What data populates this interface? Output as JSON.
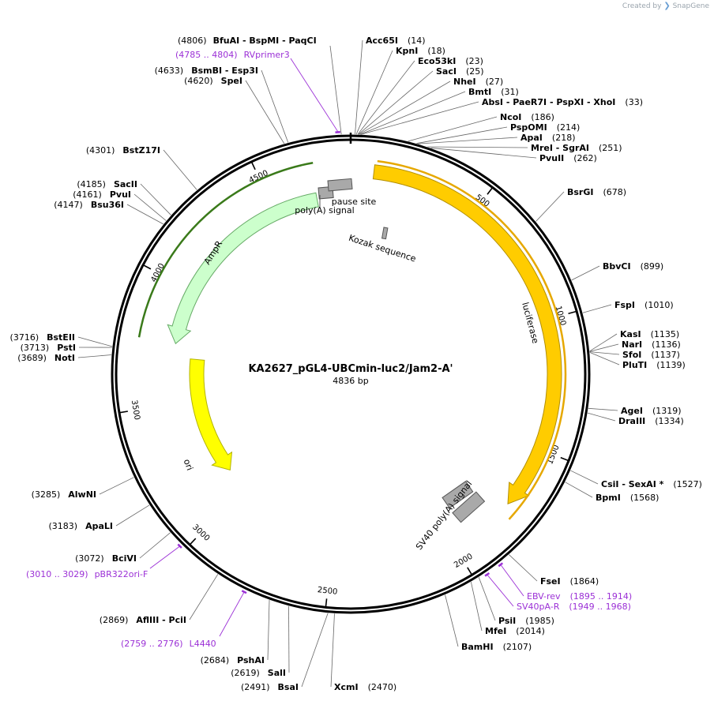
{
  "credit": {
    "prefix": "Created by",
    "brand": "SnapGene"
  },
  "plasmid": {
    "name": "KA2627_pGL4-UBCmin-luc2/Jam2-A'",
    "size_text": "4836 bp",
    "length": 4836
  },
  "ruler": [
    {
      "pos": 500,
      "label": "500"
    },
    {
      "pos": 1000,
      "label": "1000"
    },
    {
      "pos": 1500,
      "label": "1500"
    },
    {
      "pos": 2000,
      "label": "2000"
    },
    {
      "pos": 2500,
      "label": "2500"
    },
    {
      "pos": 3000,
      "label": "3000"
    },
    {
      "pos": 3500,
      "label": "3500"
    },
    {
      "pos": 4000,
      "label": "4000"
    },
    {
      "pos": 4500,
      "label": "4500"
    }
  ],
  "features": [
    {
      "name": "luciferase",
      "start": 88,
      "end": 1740,
      "color": "#ffcc00",
      "stroke": "#b38f00",
      "dir": 1,
      "ring": "outer"
    },
    {
      "name": "SV40 poly(A) signal",
      "start": 1800,
      "end": 1920,
      "color": "#a9a9a9",
      "dir": 0,
      "ring": "inner"
    },
    {
      "name": "ori",
      "start": 3700,
      "end": 3110,
      "color": "#ffff00",
      "stroke": "#b3b300",
      "dir": -1,
      "ring": "inner2"
    },
    {
      "name": "AmpR",
      "start": 4690,
      "end": 3760,
      "color": "#ccffcc",
      "stroke": "#66aa66",
      "dir": -1,
      "ring": "inner"
    },
    {
      "name": "poly(A) signal",
      "start": 4755,
      "end": 4785,
      "color": "#a9a9a9",
      "dir": 0,
      "ring": "box"
    },
    {
      "name": "pause site",
      "start": 4790,
      "end": 4835,
      "color": "#a9a9a9",
      "dir": 0,
      "ring": "box"
    },
    {
      "name": "Kozak sequence",
      "start": 82,
      "end": 88,
      "color": "#a9a9a9",
      "dir": 0,
      "ring": "box"
    }
  ],
  "sites": [
    {
      "text": "BfuAI",
      "rest": "  -  BspMI   -  PaqCI",
      "pos": "(4806)",
      "side": "L"
    },
    {
      "text": "Acc65I",
      "pos": "(14)",
      "side": "R"
    },
    {
      "text": "KpnI",
      "pos": "(18)",
      "side": "R"
    },
    {
      "text": "Eco53kI",
      "pos": "(23)",
      "side": "R"
    },
    {
      "text": "SacI",
      "pos": "(25)",
      "side": "R"
    },
    {
      "text": "NheI",
      "pos": "(27)",
      "side": "R"
    },
    {
      "text": "BmtI",
      "pos": "(31)",
      "side": "R"
    },
    {
      "text": "AbsI",
      "rest": "  -  PaeR7I   -  PspXI   -  XhoI",
      "pos": "(33)",
      "side": "R"
    },
    {
      "text": "NcoI",
      "pos": "(186)",
      "side": "R"
    },
    {
      "text": "PspOMI",
      "pos": "(214)",
      "side": "R"
    },
    {
      "text": "ApaI",
      "pos": "(218)",
      "side": "R"
    },
    {
      "text": "MreI",
      "rest": "  -  SgrAI",
      "pos": "(251)",
      "side": "R"
    },
    {
      "text": "PvuII",
      "pos": "(262)",
      "side": "R"
    },
    {
      "text": "BsrGI",
      "pos": "(678)",
      "side": "R"
    },
    {
      "text": "BbvCI",
      "pos": "(899)",
      "side": "R"
    },
    {
      "text": "FspI",
      "pos": "(1010)",
      "side": "R"
    },
    {
      "text": "KasI",
      "pos": "(1135)",
      "side": "R"
    },
    {
      "text": "NarI",
      "pos": "(1136)",
      "side": "R"
    },
    {
      "text": "SfoI",
      "pos": "(1137)",
      "side": "R"
    },
    {
      "text": "PluTI",
      "pos": "(1139)",
      "side": "R"
    },
    {
      "text": "AgeI",
      "pos": "(1319)",
      "side": "R"
    },
    {
      "text": "DraIII",
      "pos": "(1334)",
      "side": "R"
    },
    {
      "text": "CsiI",
      "rest": "  -  SexAI *",
      "pos": "(1527)",
      "side": "R"
    },
    {
      "text": "BpmI",
      "pos": "(1568)",
      "side": "R"
    },
    {
      "text": "FseI",
      "pos": "(1864)",
      "side": "R"
    },
    {
      "text": "PsiI",
      "pos": "(1985)",
      "side": "R"
    },
    {
      "text": "MfeI",
      "pos": "(2014)",
      "side": "R"
    },
    {
      "text": "BamHI",
      "pos": "(2107)",
      "side": "R"
    },
    {
      "text": "XcmI",
      "pos": "(2470)",
      "side": "R"
    },
    {
      "text": "BsaI",
      "pos": "(2491)",
      "side": "L"
    },
    {
      "text": "SalI",
      "pos": "(2619)",
      "side": "L"
    },
    {
      "text": "PshAI",
      "pos": "(2684)",
      "side": "L"
    },
    {
      "text": "AflIII",
      "rest": "  -  PciI",
      "pos": "(2869)",
      "side": "L"
    },
    {
      "text": "BciVI",
      "pos": "(3072)",
      "side": "L"
    },
    {
      "text": "ApaLI",
      "pos": "(3183)",
      "side": "L"
    },
    {
      "text": "AlwNI",
      "pos": "(3285)",
      "side": "L"
    },
    {
      "text": "NotI",
      "pos": "(3689)",
      "side": "L"
    },
    {
      "text": "PstI",
      "pos": "(3713)",
      "side": "L"
    },
    {
      "text": "BstEII",
      "pos": "(3716)",
      "side": "L"
    },
    {
      "text": "Bsu36I",
      "pos": "(4147)",
      "side": "L"
    },
    {
      "text": "PvuI",
      "pos": "(4161)",
      "side": "L"
    },
    {
      "text": "SacII",
      "pos": "(4185)",
      "side": "L"
    },
    {
      "text": "BstZ17I",
      "pos": "(4301)",
      "side": "L"
    },
    {
      "text": "SpeI",
      "pos": "(4620)",
      "side": "L"
    },
    {
      "text": "BsmBI",
      "rest": "  -  Esp3I",
      "pos": "(4633)",
      "side": "L"
    }
  ],
  "primers": [
    {
      "text": "RVprimer3",
      "pos": "(4785 .. 4804)",
      "side": "L"
    },
    {
      "text": "EBV-rev",
      "pos": "(1895 .. 1914)",
      "side": "R"
    },
    {
      "text": "SV40pA-R",
      "pos": "(1949 .. 1968)",
      "side": "R"
    },
    {
      "text": "pBR322ori-F",
      "pos": "(3010 .. 3029)",
      "side": "L"
    },
    {
      "text": "L4440",
      "pos": "(2759 .. 2776)",
      "side": "L"
    }
  ],
  "colors": {
    "backbone": "#000000",
    "primer": "#9b30d6",
    "leader": "#666666"
  }
}
